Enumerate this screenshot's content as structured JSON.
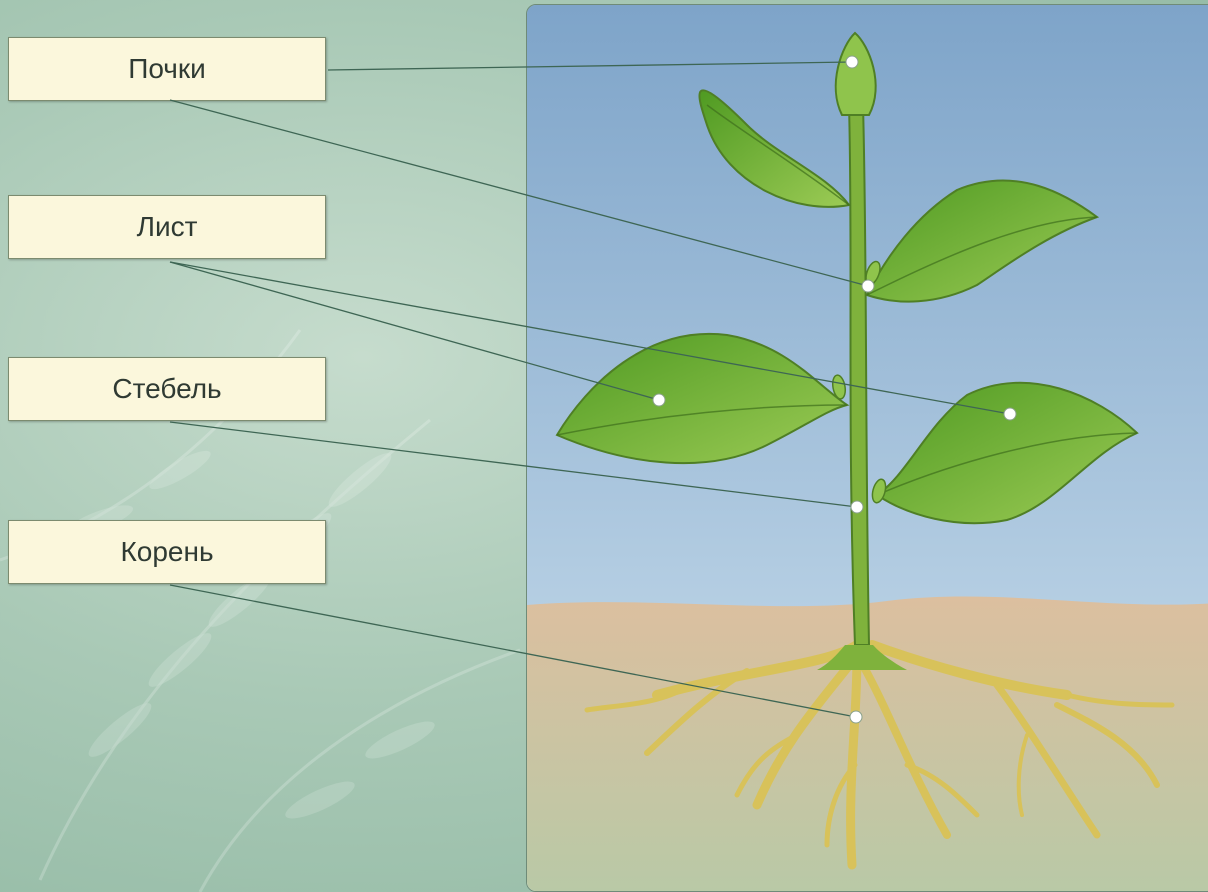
{
  "labels": {
    "buds": "Почки",
    "leaf": "Лист",
    "stem": "Стебель",
    "root": "Корень"
  },
  "colors": {
    "sky_top": "#7ea4c9",
    "sky_bottom": "#cfe2ef",
    "soil_top": "#dcbf9f",
    "soil_bottom": "#b9c9a6",
    "stem": "#7fb23c",
    "leaf": "#6fae34",
    "root": "#d8c25a",
    "label_bg": "#fbf7dc",
    "pointer_line": "#3e6654"
  }
}
